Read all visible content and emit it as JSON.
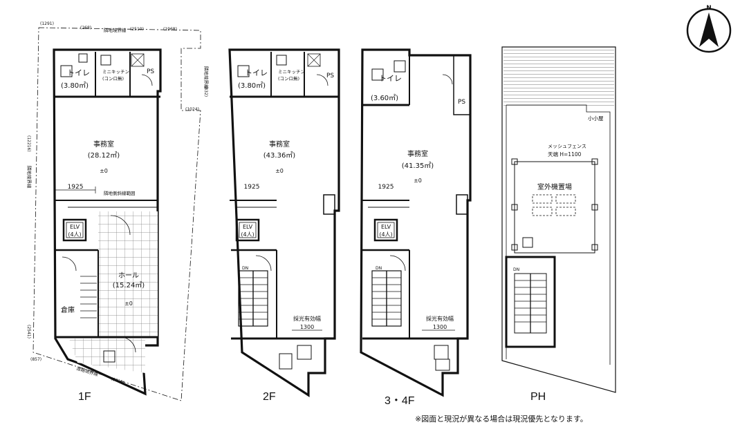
{
  "compass": {
    "label": "N"
  },
  "floors": [
    {
      "id": "1f",
      "label": "1F",
      "rooms": {
        "toilet": "トイレ",
        "toilet_area": "(3.80㎡)",
        "kitchen": "ミニキッチン",
        "kitchen_sub": "(コンロ無)",
        "ps": "PS",
        "office": "事務室",
        "office_area": "(28.12㎡)",
        "level": "±0",
        "elv": "ELV",
        "elv_cap": "(4人)",
        "hall": "ホール",
        "hall_area": "(15.24㎡)",
        "storage": "倉庫"
      },
      "dims": {
        "width": "1925"
      },
      "annotations": {
        "boundary_top": "隣地境界線",
        "boundary_left": "隣地境界線",
        "boundary_right": "隣地境界線",
        "road": "道路境界線",
        "elevator_note": "隣地側斜線範囲",
        "dim_top_left": "(1291)",
        "dim_top_2": "(268)",
        "dim_top_3": "(2510)",
        "dim_top_right": "(1968)",
        "dim_right_1": "(832)",
        "dim_right_2": "(1024)",
        "dim_left": "(12216)",
        "dim_left_low": "(2541)",
        "dim_bottom": "(8011)",
        "dim_bottom_left": "(857)"
      }
    },
    {
      "id": "2f",
      "label": "2F",
      "rooms": {
        "toilet": "トイレ",
        "toilet_area": "(3.80㎡)",
        "kitchen": "ミニキッチン",
        "kitchen_sub": "(コンロ無)",
        "ps": "PS",
        "office": "事務室",
        "office_area": "(43.36㎡)",
        "level": "±0",
        "elv": "ELV",
        "elv_cap": "(4人)",
        "dn": "DN"
      },
      "dims": {
        "width": "1925",
        "opening_label": "採光有効幅",
        "opening": "1300"
      }
    },
    {
      "id": "34f",
      "label": "3・4F",
      "rooms": {
        "toilet": "トイレ",
        "toilet_area": "(3.60㎡)",
        "ps": "PS",
        "office": "事務室",
        "office_area": "(41.35㎡)",
        "level": "±0",
        "elv": "ELV",
        "elv_cap": "(4人)",
        "dn": "DN"
      },
      "dims": {
        "width": "1925",
        "opening_label": "採光有効幅",
        "opening": "1300"
      }
    },
    {
      "id": "ph",
      "label": "PH",
      "rooms": {
        "hatch": "小小屋",
        "fence": "メッシュフェンス",
        "fence_height": "天端 H=1100",
        "equipment": "室外機置場",
        "dn": "DN"
      }
    }
  ],
  "footnote": "※図面と現況が異なる場合は現況優先となります。",
  "colors": {
    "line": "#111111",
    "paper": "#ffffff",
    "grid": "#777777"
  }
}
